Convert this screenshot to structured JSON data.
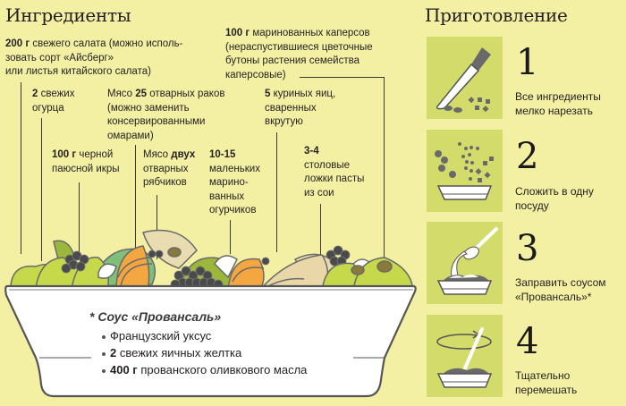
{
  "ingredients": {
    "title": "Ингредиенты",
    "items": [
      {
        "bold": "200 г",
        "text": " свежего салата (можно исполь-",
        "line2": "зовать сорт «Айсберг»",
        "line3": "или листья китайского салата)"
      },
      {
        "bold": "2",
        "text": " свежих",
        "line2": "огурца"
      },
      {
        "prefix": "Мясо ",
        "bold": "25",
        "text": " отварных раков",
        "line2": "(можно заменить",
        "line3": "консервированными",
        "line4": "омарами)"
      },
      {
        "bold": "100 г",
        "text": " маринованных каперсов",
        "line2": "(нераспустившиеся цветочные",
        "line3": "бутоны растения семейства",
        "line4": "каперсовые)"
      },
      {
        "bold": "5",
        "text": " куриных яиц,",
        "line2": "сваренных",
        "line3": "вкрутую"
      },
      {
        "bold": "100 г",
        "text": " черной",
        "line2": "паюсной икры"
      },
      {
        "prefix": "Мясо ",
        "bold": "двух",
        "line2": "отварных",
        "line3": "рябчиков"
      },
      {
        "bold": "10-15",
        "line2": "маленьких",
        "line3": "марино-",
        "line4": "ванных",
        "line5": "огурчиков"
      },
      {
        "bold": "3-4",
        "line2": "столовые",
        "line3": "ложки пасты",
        "line4": "из сои"
      }
    ]
  },
  "sauce": {
    "title": "* Соус «Провансаль»",
    "items": [
      {
        "bold": "",
        "text": "Французский уксус"
      },
      {
        "bold": "2",
        "text": " свежих яичных желтка"
      },
      {
        "bold": "400 г",
        "text": " прованского оливкового масла"
      }
    ]
  },
  "preparation": {
    "title": "Приготовление",
    "steps": [
      {
        "number": "1",
        "line1": "Все ингредиенты",
        "line2": "мелко нарезать",
        "icon": "knife-icon"
      },
      {
        "number": "2",
        "line1": "Сложить в одну",
        "line2": "посуду",
        "icon": "bowl-ingredients-icon"
      },
      {
        "number": "3",
        "line1": "Заправить соусом",
        "line2": "«Провансаль»*",
        "icon": "spoon-sauce-icon"
      },
      {
        "number": "4",
        "line1": "Тщательно",
        "line2": "перемешать",
        "icon": "stir-icon"
      }
    ]
  },
  "colors": {
    "background": "#f3f0a4",
    "step_box": "#d3dc6b",
    "lettuce": "#c5d94a",
    "crayfish": "#f4a640",
    "caviar": "#4a4a4a",
    "outline": "#5a5a5a"
  }
}
